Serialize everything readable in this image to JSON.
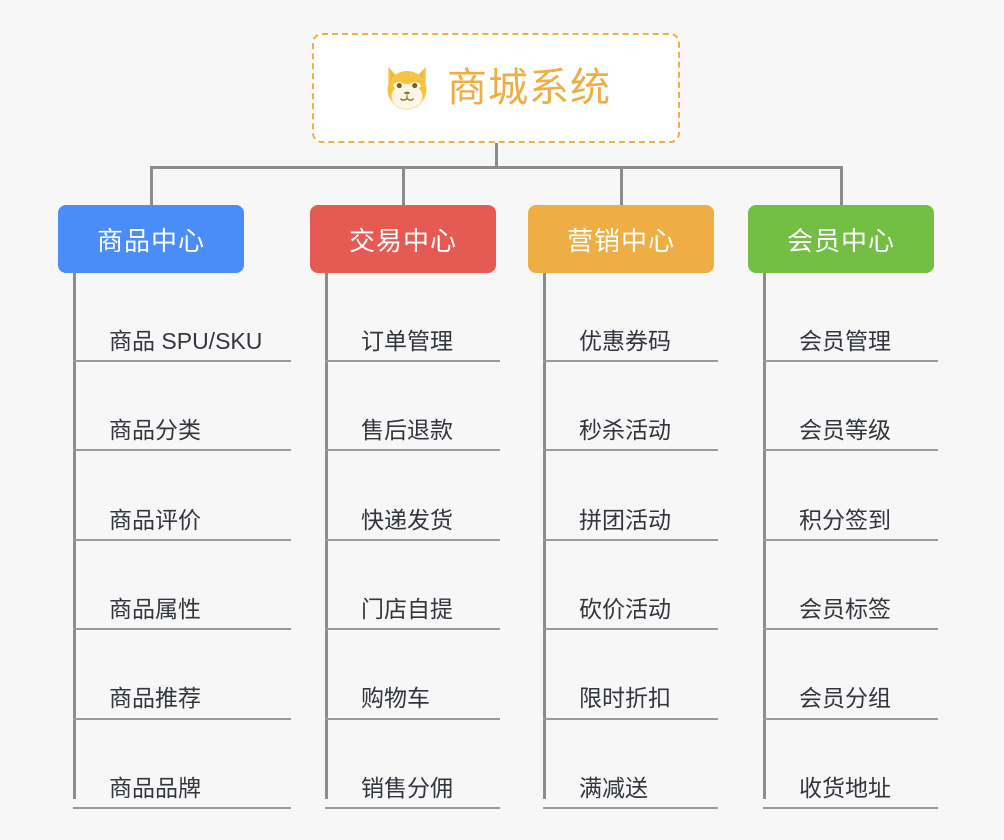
{
  "diagram": {
    "type": "org-chart",
    "background_color": "#f7f7f7",
    "connector_color": "#8c8c8c",
    "root": {
      "title": "商城系统",
      "icon": "shiba-dog-face-icon",
      "text_color": "#eeae44",
      "border_color": "#eeaf45",
      "background_color": "#ffffff"
    },
    "branches": [
      {
        "label": "商品中心",
        "color": "#4b8df8",
        "items": [
          "商品 SPU/SKU",
          "商品分类",
          "商品评价",
          "商品属性",
          "商品推荐",
          "商品品牌"
        ]
      },
      {
        "label": "交易中心",
        "color": "#e65a54",
        "items": [
          "订单管理",
          "售后退款",
          "快递发货",
          "门店自提",
          "购物车",
          "销售分佣"
        ]
      },
      {
        "label": "营销中心",
        "color": "#eeae44",
        "items": [
          "优惠券码",
          "秒杀活动",
          "拼团活动",
          "砍价活动",
          "限时折扣",
          "满减送"
        ]
      },
      {
        "label": "会员中心",
        "color": "#72bf44",
        "items": [
          "会员管理",
          "会员等级",
          "积分签到",
          "会员标签",
          "会员分组",
          "收货地址"
        ]
      }
    ]
  }
}
